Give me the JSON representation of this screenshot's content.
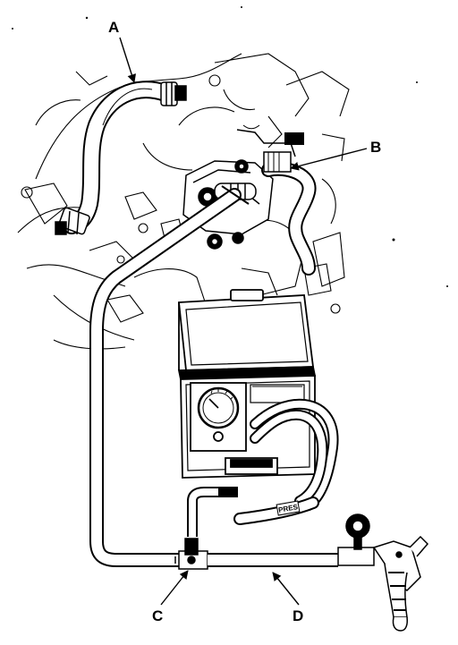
{
  "labels": {
    "a": "A",
    "b": "B",
    "c": "C",
    "d": "D"
  },
  "tags": {
    "pres": "PRES"
  },
  "colors": {
    "ink": "#000000",
    "paper": "#ffffff"
  }
}
